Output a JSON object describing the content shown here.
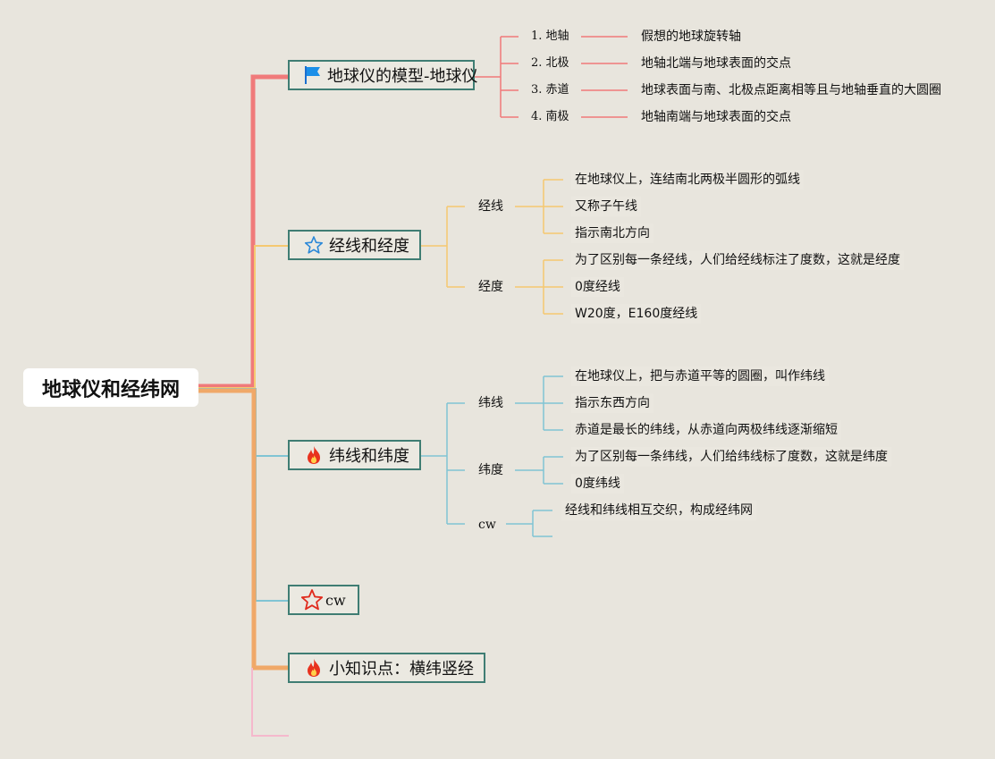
{
  "root": {
    "label": "地球仪和经纬网"
  },
  "colors": {
    "branch1": "#f07a7a",
    "branch2": "#f5c870",
    "branch3": "#80c4d4",
    "branch4": "#80c4d4",
    "branch5": "#f0a868",
    "branch6": "#f5b8cc",
    "node_border": "#3f7d73"
  },
  "branches": [
    {
      "label": "地球仪的模型-地球仪",
      "icon": "blue-flag-icon",
      "items": [
        {
          "term": "1. 地轴",
          "desc": "假想的地球旋转轴"
        },
        {
          "term": "2. 北极",
          "desc": "地轴北端与地球表面的交点"
        },
        {
          "term": "3. 赤道",
          "desc": "地球表面与南、北极点距离相等且与地轴垂直的大圆圈"
        },
        {
          "term": "4. 南极",
          "desc": "地轴南端与地球表面的交点"
        }
      ]
    },
    {
      "label": "经线和经度",
      "icon": "blue-star-icon",
      "groups": [
        {
          "label": "经线",
          "items": [
            "在地球仪上，连结南北两极半圆形的弧线",
            "又称子午线",
            "指示南北方向"
          ]
        },
        {
          "label": "经度",
          "items": [
            "为了区别每一条经线，人们给经线标注了度数，这就是经度",
            "0度经线",
            "W20度，E160度经线"
          ]
        }
      ]
    },
    {
      "label": "纬线和纬度",
      "icon": "fire-icon",
      "groups": [
        {
          "label": "纬线",
          "items": [
            "在地球仪上，把与赤道平等的圆圈，叫作纬线",
            "指示东西方向",
            "赤道是最长的纬线，从赤道向两极纬线逐渐缩短"
          ]
        },
        {
          "label": "纬度",
          "items": [
            "为了区别每一条纬线，人们给纬线标了度数，这就是纬度",
            "0度纬线"
          ]
        },
        {
          "label": "cw",
          "items": [
            "经线和纬线相互交织，构成经纬网",
            ""
          ]
        }
      ]
    },
    {
      "label": "cw",
      "icon": "red-star-icon"
    },
    {
      "label": "小知识点：横纬竖经",
      "icon": "fire-icon"
    }
  ]
}
